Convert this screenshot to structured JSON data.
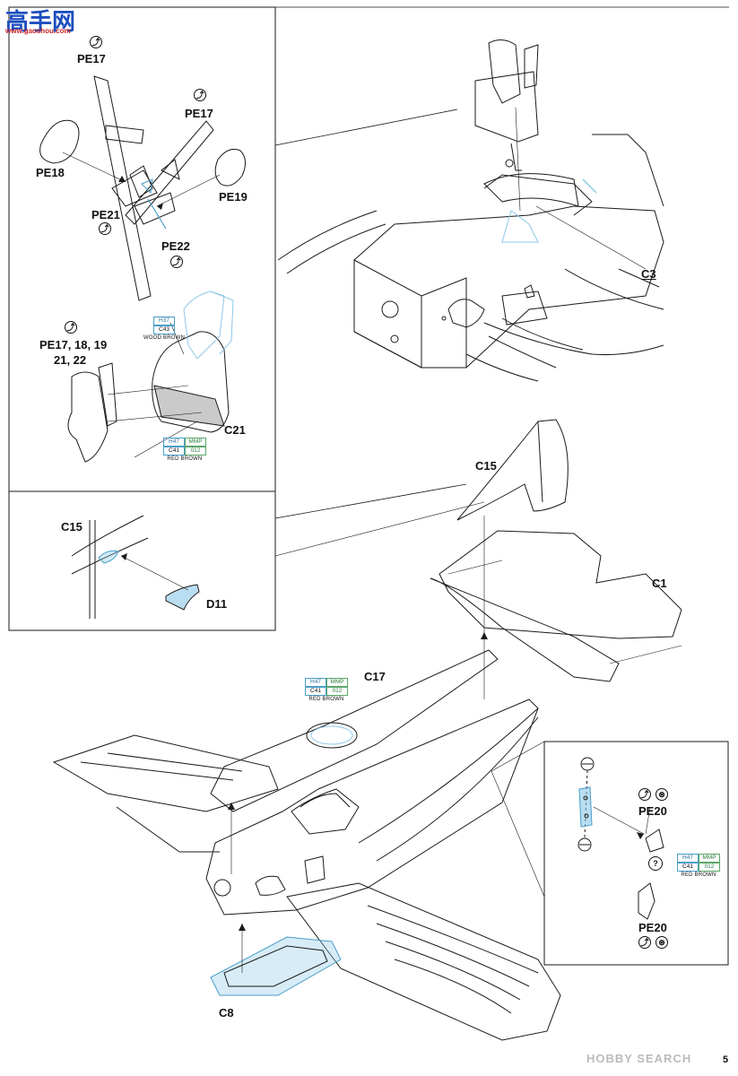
{
  "watermark_top": {
    "cn": "高手网",
    "url": "www.gaoshou.com"
  },
  "watermark_bottom": {
    "brand": "HOBBY SEARCH"
  },
  "page_number": "5",
  "parts": {
    "pe17_a": "PE17",
    "pe17_b": "PE17",
    "pe18": "PE18",
    "pe19": "PE19",
    "pe21": "PE21",
    "pe22": "PE22",
    "pe_group_1": "PE17, 18, 19",
    "pe_group_2": "21, 22",
    "c21": "C21",
    "c3": "C3",
    "c15_a": "C15",
    "c15_b": "C15",
    "d11": "D11",
    "c1": "C1",
    "c17": "C17",
    "c8": "C8",
    "pe20_a": "PE20",
    "pe20_b": "PE20"
  },
  "paint_callouts": {
    "wood_brown": {
      "h": "H37",
      "c": "C43",
      "name": "WOOD BROWN"
    },
    "red_brown_seat": {
      "h": "H47",
      "mmp": "MMP",
      "c": "C41",
      "num": "012",
      "name": "RED BROWN"
    },
    "red_brown_cockpit": {
      "h": "H47",
      "mmp": "MMP",
      "c": "C41",
      "num": "012",
      "name": "RED BROWN"
    },
    "red_brown_pe20": {
      "h": "H47",
      "mmp": "MMP",
      "c": "C41",
      "num": "012",
      "name": "RED BROWN"
    }
  },
  "icons": {
    "bend": "bend-icon",
    "option": "option-icon",
    "question": "question-icon"
  },
  "colors": {
    "line": "#1a1a1a",
    "paint_blue": "#4a9ec9",
    "paint_green": "#5aa86a",
    "highlight": "#8cc8e8"
  }
}
